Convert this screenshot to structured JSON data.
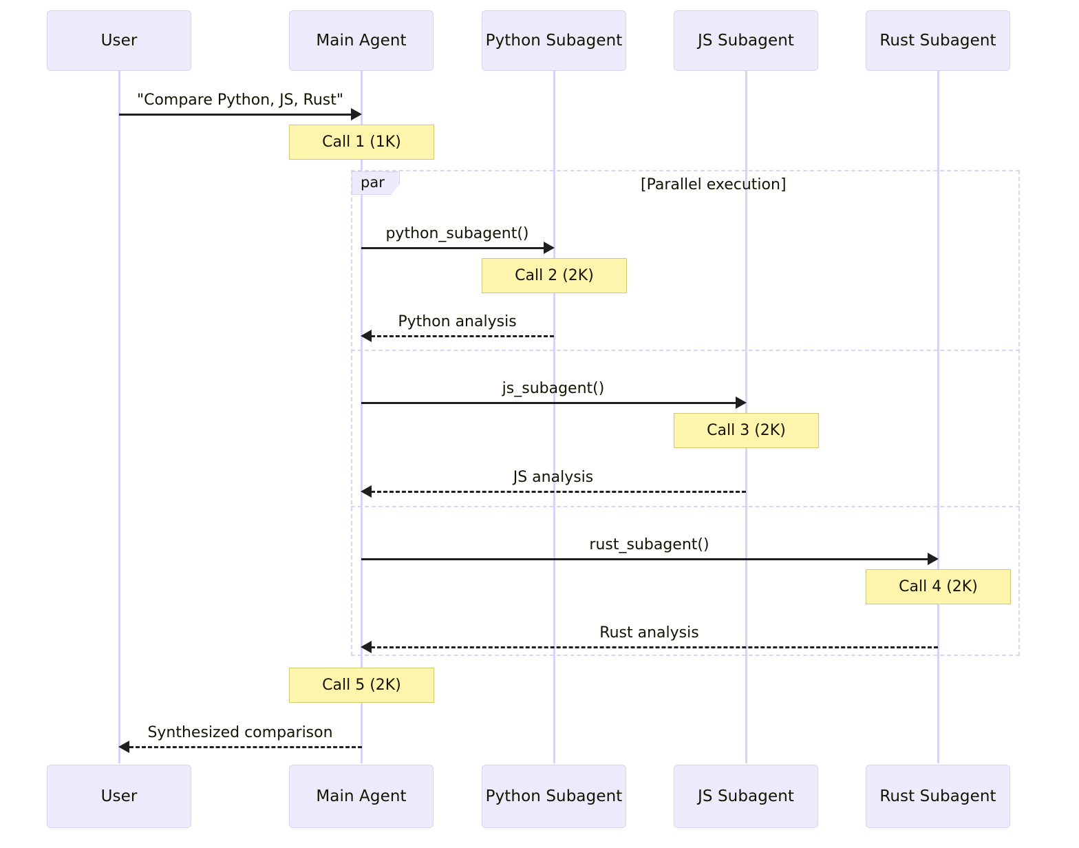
{
  "diagram": {
    "type": "sequence-diagram",
    "title": "",
    "participants": [
      {
        "id": "user",
        "label": "User"
      },
      {
        "id": "main",
        "label": "Main Agent"
      },
      {
        "id": "python",
        "label": "Python Subagent"
      },
      {
        "id": "js",
        "label": "JS Subagent"
      },
      {
        "id": "rust",
        "label": "Rust Subagent"
      }
    ],
    "fragment": {
      "operator": "par",
      "condition": "[Parallel execution]"
    },
    "messages": [
      {
        "id": "m1",
        "from": "user",
        "to": "main",
        "label": "\"Compare Python, JS, Rust\"",
        "style": "solid"
      },
      {
        "id": "m2",
        "from": "main",
        "to": "python",
        "label": "python_subagent()",
        "style": "solid"
      },
      {
        "id": "m3",
        "from": "python",
        "to": "main",
        "label": "Python analysis",
        "style": "dashed"
      },
      {
        "id": "m4",
        "from": "main",
        "to": "js",
        "label": "js_subagent()",
        "style": "solid"
      },
      {
        "id": "m5",
        "from": "js",
        "to": "main",
        "label": "JS analysis",
        "style": "dashed"
      },
      {
        "id": "m6",
        "from": "main",
        "to": "rust",
        "label": "rust_subagent()",
        "style": "solid"
      },
      {
        "id": "m7",
        "from": "rust",
        "to": "main",
        "label": "Rust analysis",
        "style": "dashed"
      },
      {
        "id": "m8",
        "from": "main",
        "to": "user",
        "label": "Synthesized comparison",
        "style": "dashed"
      }
    ],
    "notes": [
      {
        "id": "n1",
        "over": "main",
        "label": "Call 1 (1K)"
      },
      {
        "id": "n2",
        "over": "python",
        "label": "Call 2 (2K)"
      },
      {
        "id": "n3",
        "over": "js",
        "label": "Call 3 (2K)"
      },
      {
        "id": "n4",
        "over": "rust",
        "label": "Call 4 (2K)"
      },
      {
        "id": "n5",
        "over": "main",
        "label": "Call 5 (2K)"
      }
    ],
    "colors": {
      "participant_fill": "#ECEAFB",
      "participant_border": "#D7D3F3",
      "lifeline": "#D9D4F5",
      "note_fill": "#FFF5AD",
      "note_border": "#D2C86F",
      "arrow": "#1f1f1f",
      "text": "#131300",
      "background": "#ffffff"
    }
  }
}
